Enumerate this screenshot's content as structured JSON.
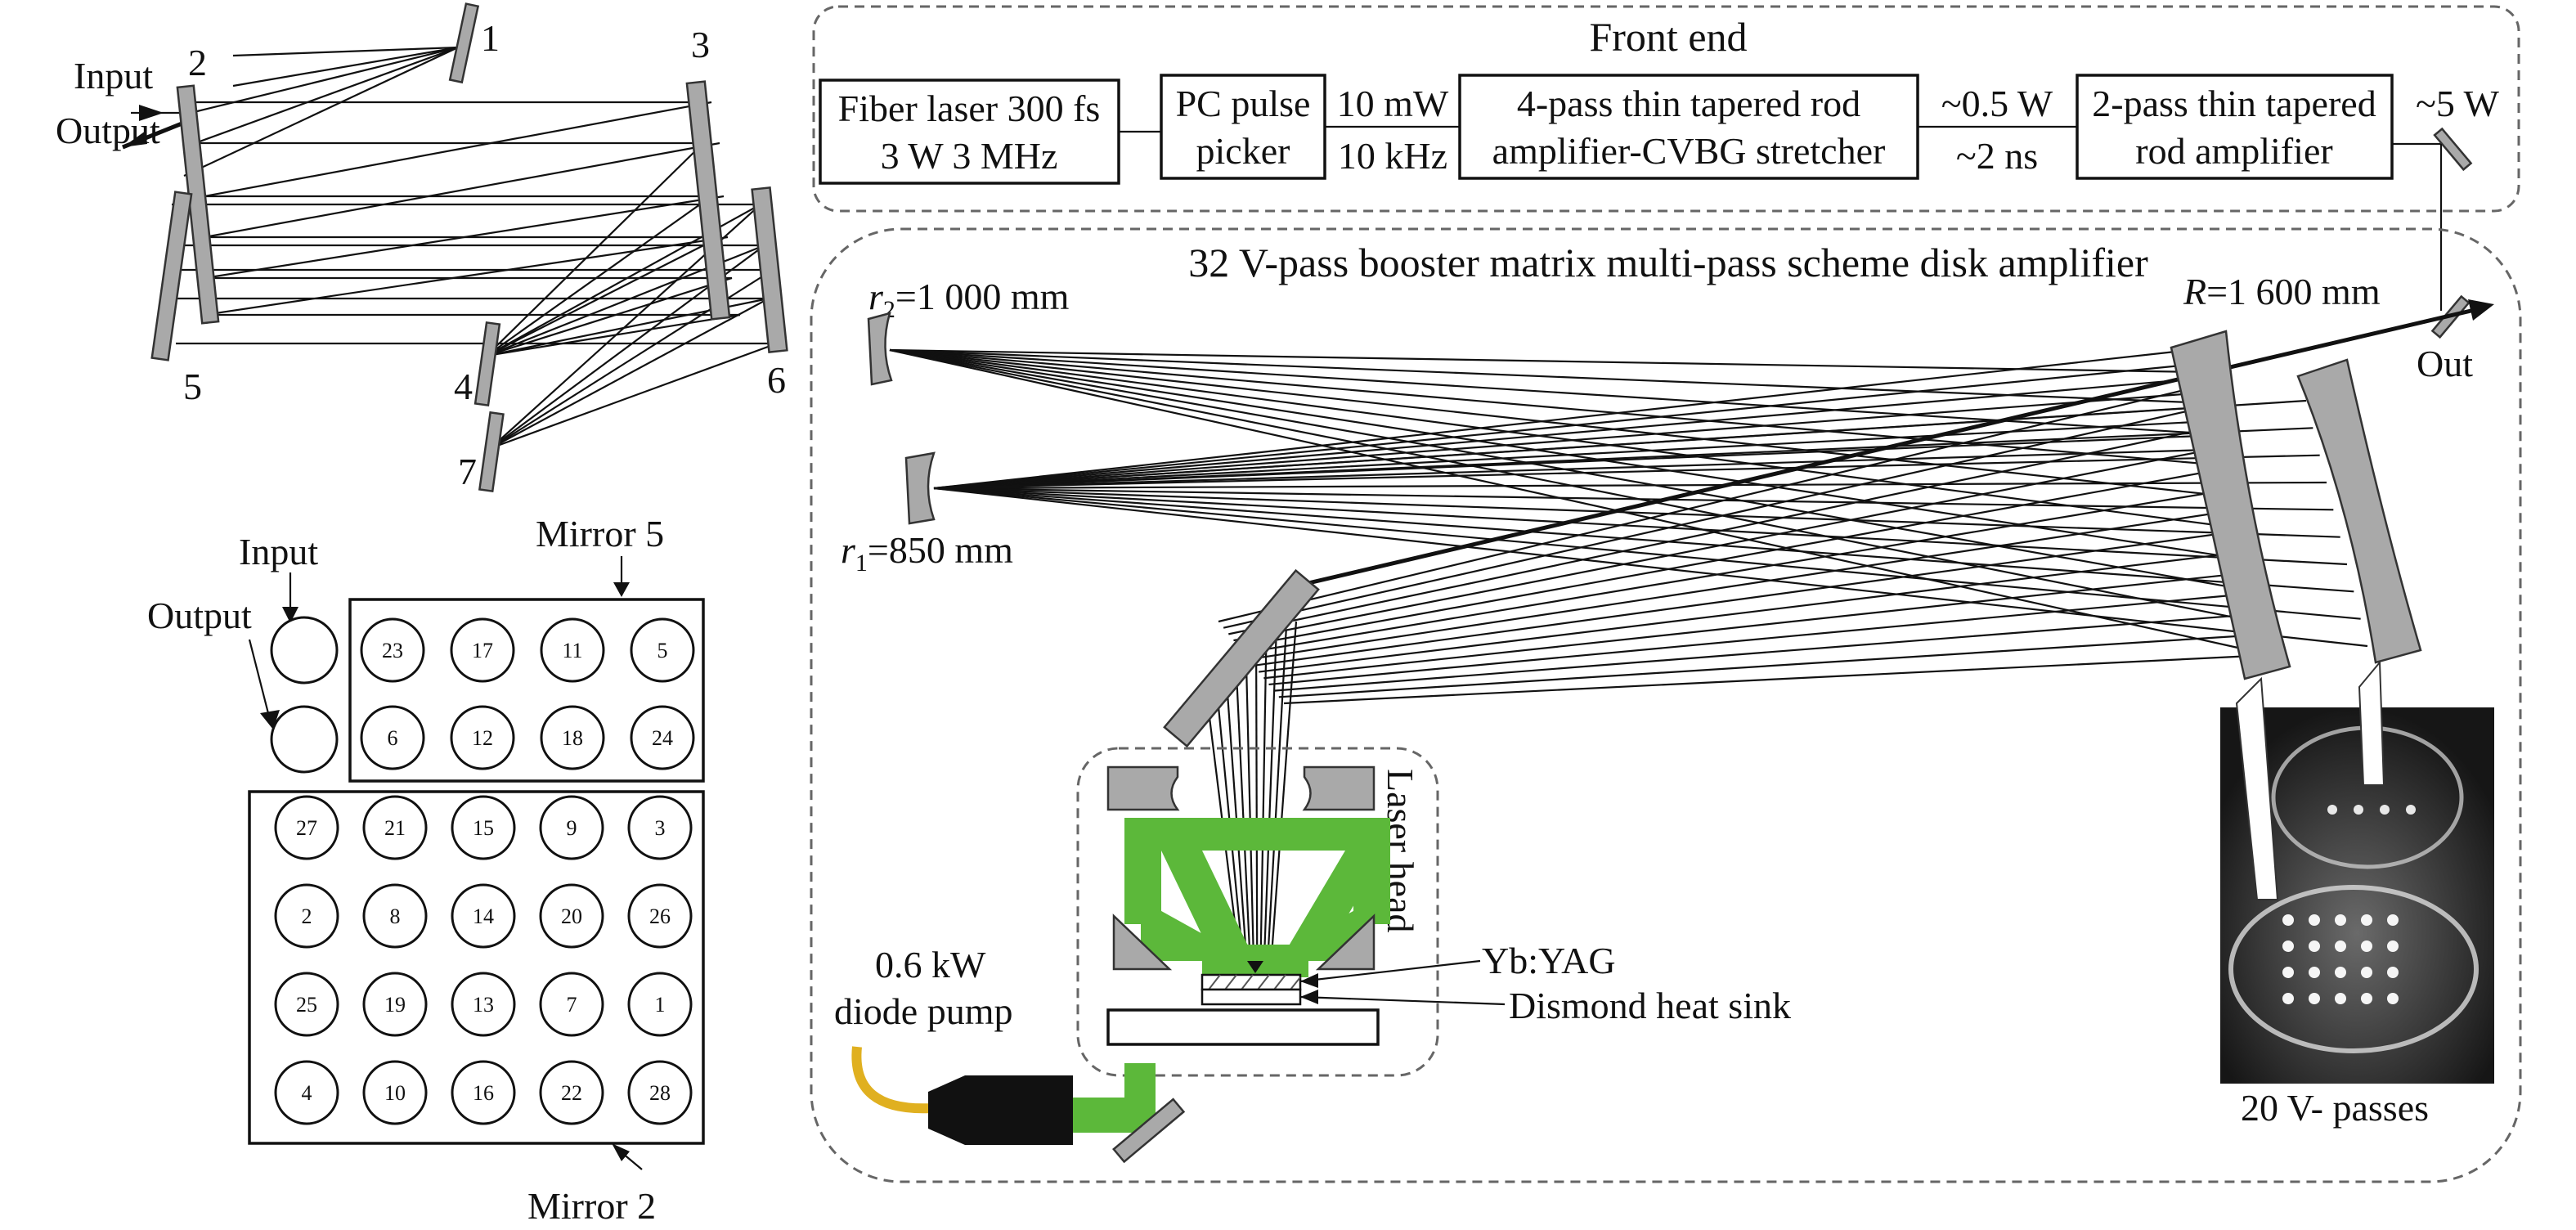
{
  "left_top": {
    "input": "Input",
    "output": "Output",
    "m1": "1",
    "m2": "2",
    "m3": "3",
    "m4": "4",
    "m5": "5",
    "m6": "6",
    "m7": "7"
  },
  "left_bottom": {
    "input": "Input",
    "output": "Output",
    "mirror5": "Mirror 5",
    "mirror2": "Mirror 2",
    "mirror5_rows": [
      [
        "23",
        "17",
        "11",
        "5"
      ],
      [
        "6",
        "12",
        "18",
        "24"
      ]
    ],
    "mirror2_rows": [
      [
        "27",
        "21",
        "15",
        "9",
        "3"
      ],
      [
        "2",
        "8",
        "14",
        "20",
        "26"
      ],
      [
        "25",
        "19",
        "13",
        "7",
        "1"
      ],
      [
        "4",
        "10",
        "16",
        "22",
        "28"
      ]
    ]
  },
  "front_end": {
    "title": "Front end",
    "laser_l1": "Fiber laser 300 fs",
    "laser_l2": "3 W 3 MHz",
    "picker_l1": "PC pulse",
    "picker_l2": "picker",
    "p1_l1": "10 mW",
    "p1_l2": "10 kHz",
    "stretcher_l1": "4-pass thin tapered rod",
    "stretcher_l2": "amplifier-CVBG stretcher",
    "p2_l1": "~0.5 W",
    "p2_l2": "~2 ns",
    "amp2_l1": "2-pass thin tapered",
    "amp2_l2": "rod amplifier",
    "p3": "~5 W"
  },
  "booster": {
    "title": "32 V-pass booster matrix multi-pass scheme disk amplifier",
    "r2_sym": "r",
    "r2_sub": "2",
    "r2_val": "=1 000 mm",
    "r1_sym": "r",
    "r1_sub": "1",
    "r1_val": "=850 mm",
    "R_sym": "R",
    "R_val": "=1 600 mm",
    "out": "Out",
    "laser_head": "Laser head",
    "crystal": "Yb:YAG",
    "heatsink": "Dismond heat sink",
    "pump_l1": "0.6 kW",
    "pump_l2": "diode pump",
    "passes": "20 V- passes"
  },
  "colors": {
    "pump_green": "#5cb83a",
    "fiber_yellow": "#e0b020",
    "mirror_gray": "#a9a9a9"
  }
}
